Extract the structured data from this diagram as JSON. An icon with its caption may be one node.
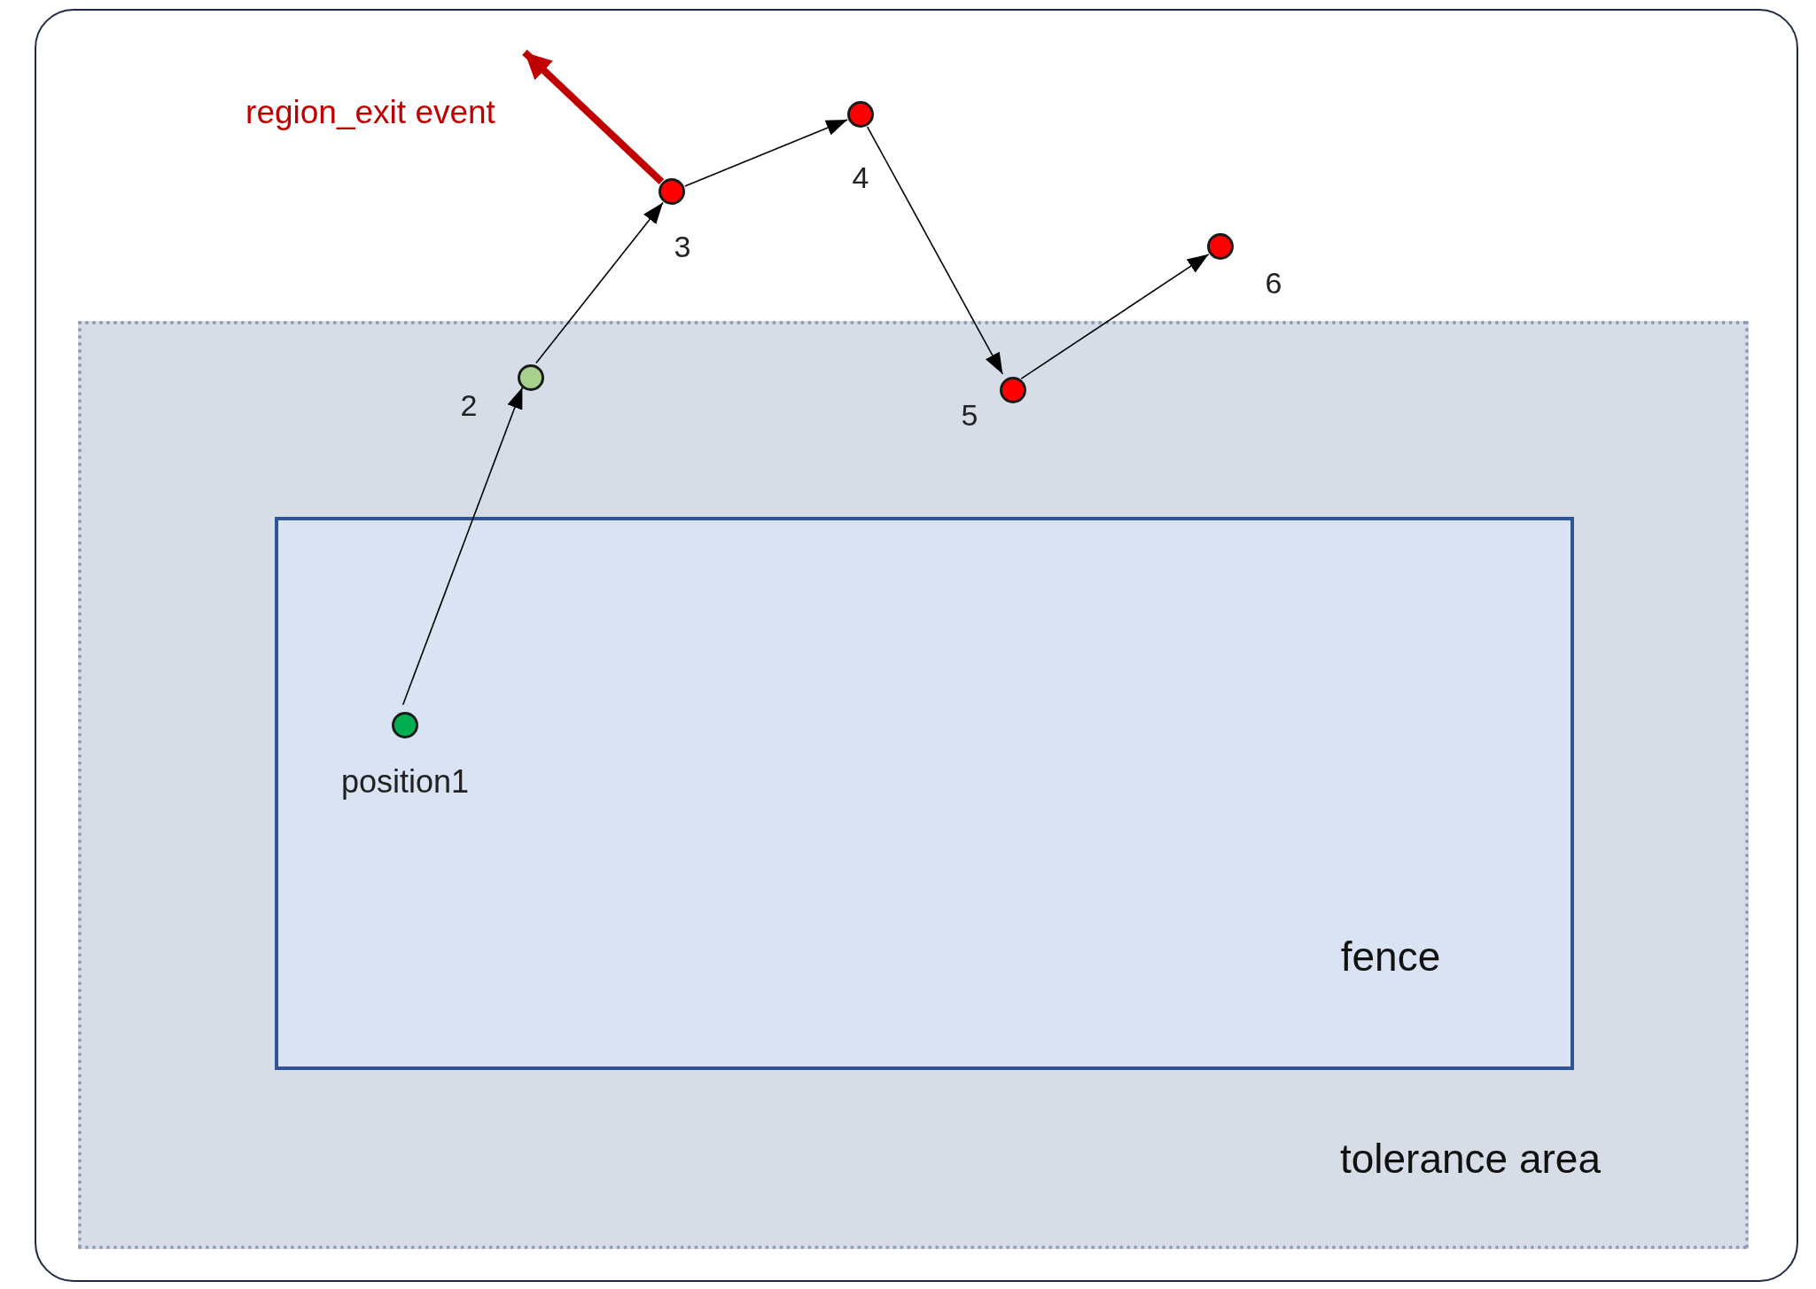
{
  "diagram": {
    "nodes": [
      {
        "text": [
          "tolerance area"
        ]
      },
      {
        "text": [
          "fence"
        ],
        "in": 0
      },
      {
        "text": [],
        "shape": "circle",
        "in": 1,
        "beside": [
          "position1"
        ]
      },
      {
        "text": [],
        "shape": "circle",
        "in": 0,
        "beside": [
          "2"
        ]
      },
      {
        "text": [],
        "shape": "circle",
        "beside": [
          "3"
        ]
      },
      {
        "text": [],
        "shape": "circle",
        "beside": [
          "4"
        ]
      },
      {
        "text": [],
        "shape": "circle",
        "in": 0,
        "beside": [
          "5"
        ]
      },
      {
        "text": [],
        "shape": "circle",
        "beside": [
          "6"
        ]
      }
    ],
    "edges": [
      {
        "from": 2,
        "to": 3,
        "arrow": "to"
      },
      {
        "from": 3,
        "to": 4,
        "arrow": "to"
      },
      {
        "from": 4,
        "to": 5,
        "arrow": "to"
      },
      {
        "from": 5,
        "to": 6,
        "arrow": "to"
      },
      {
        "from": 6,
        "to": 7,
        "arrow": "to"
      },
      {
        "from": 4,
        "to": null,
        "arrow": "to",
        "label": "region_exit event",
        "style": "thick",
        "color": "#c00000"
      }
    ]
  }
}
